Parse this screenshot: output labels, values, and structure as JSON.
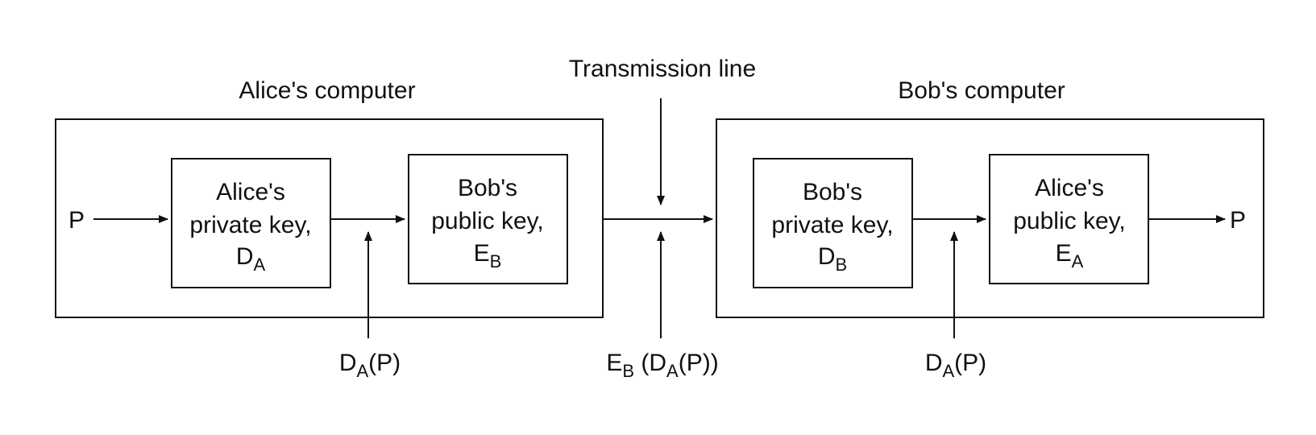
{
  "alice_computer": {
    "title": "Alice's computer",
    "input": "P",
    "private_key_box": {
      "line1": "Alice's",
      "line2": "private key,",
      "symbol": "D",
      "symbol_sub": "A"
    },
    "public_key_box": {
      "line1": "Bob's",
      "line2": "public key,",
      "symbol": "E",
      "symbol_sub": "B"
    },
    "intermediate": {
      "symbol": "D",
      "symbol_sub": "A",
      "suffix": "(P)"
    }
  },
  "transmission": {
    "title": "Transmission line",
    "label": {
      "outer": "E",
      "outer_sub": "B",
      "space": " (",
      "inner": "D",
      "inner_sub": "A",
      "suffix": "(P))"
    }
  },
  "bob_computer": {
    "title": "Bob's computer",
    "output": "P",
    "private_key_box": {
      "line1": "Bob's",
      "line2": "private key,",
      "symbol": "D",
      "symbol_sub": "B"
    },
    "public_key_box": {
      "line1": "Alice's",
      "line2": "public key,",
      "symbol": "E",
      "symbol_sub": "A"
    },
    "intermediate": {
      "symbol": "D",
      "symbol_sub": "A",
      "suffix": "(P)"
    }
  }
}
